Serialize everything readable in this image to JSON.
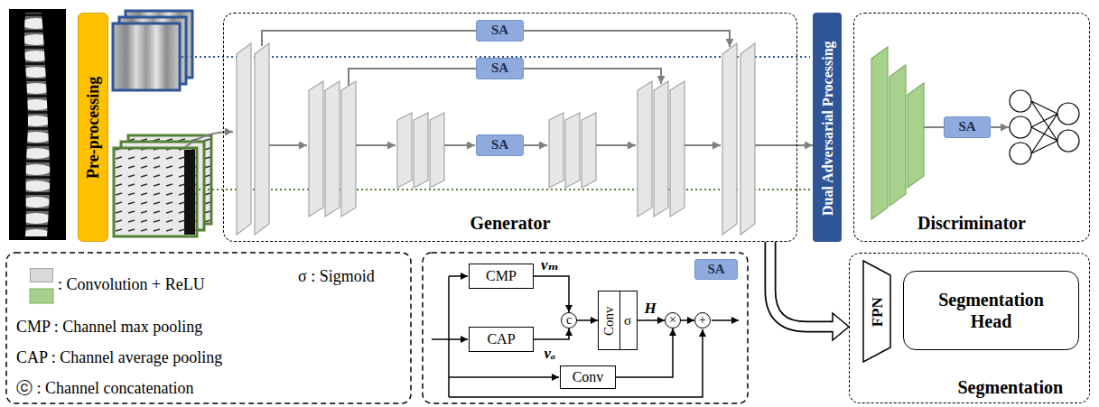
{
  "diagram": {
    "nodes": [
      {
        "text": [
          "Pre-processing"
        ]
      },
      {
        "text": [
          "Generator"
        ]
      },
      {
        "text": [
          "SA"
        ],
        "in": 1
      },
      {
        "text": [
          "SA"
        ],
        "in": 1
      },
      {
        "text": [
          "SA"
        ],
        "in": 1
      },
      {
        "text": [
          "Dual Adversarial Processing"
        ]
      },
      {
        "text": [
          "Discriminator"
        ]
      },
      {
        "text": [
          "SA"
        ],
        "in": 6
      },
      {
        "text": [
          "SA"
        ]
      },
      {
        "text": [
          "CMP"
        ]
      },
      {
        "text": [
          "CAP"
        ]
      },
      {
        "text": [
          "c"
        ]
      },
      {
        "text": [
          "Conv",
          "σ"
        ]
      },
      {
        "text": [
          "×"
        ]
      },
      {
        "text": [
          "+"
        ]
      },
      {
        "text": [
          "Conv"
        ]
      },
      {
        "text": [
          "Segmentation"
        ]
      },
      {
        "text": [
          "FPN"
        ],
        "in": 16
      },
      {
        "text": [
          "Segmentation Head"
        ],
        "in": 16
      }
    ],
    "edges": [
      {
        "from": 1,
        "to": 5,
        "arrow": "to"
      },
      {
        "from": 1,
        "to": 16,
        "arrow": "to"
      },
      {
        "from": 9,
        "to": 11,
        "label": "vₘ",
        "arrow": "to"
      },
      {
        "from": 10,
        "to": 11,
        "label": "vₐ",
        "arrow": "to"
      },
      {
        "from": 11,
        "to": 12,
        "arrow": "to"
      },
      {
        "from": 12,
        "to": 13,
        "label": "H",
        "arrow": "to"
      },
      {
        "from": 15,
        "to": 13,
        "arrow": "to"
      },
      {
        "from": 13,
        "to": 14,
        "arrow": "to"
      }
    ],
    "legend": [
      {
        "text": ": Convolution + ReLU",
        "color": "#d9d9d9"
      },
      {
        "text": "σ : Sigmoid"
      },
      {
        "text": "CMP : Channel max pooling"
      },
      {
        "text": "CAP : Channel average pooling"
      },
      {
        "text": "ⓒ : Channel concatenation"
      }
    ]
  }
}
